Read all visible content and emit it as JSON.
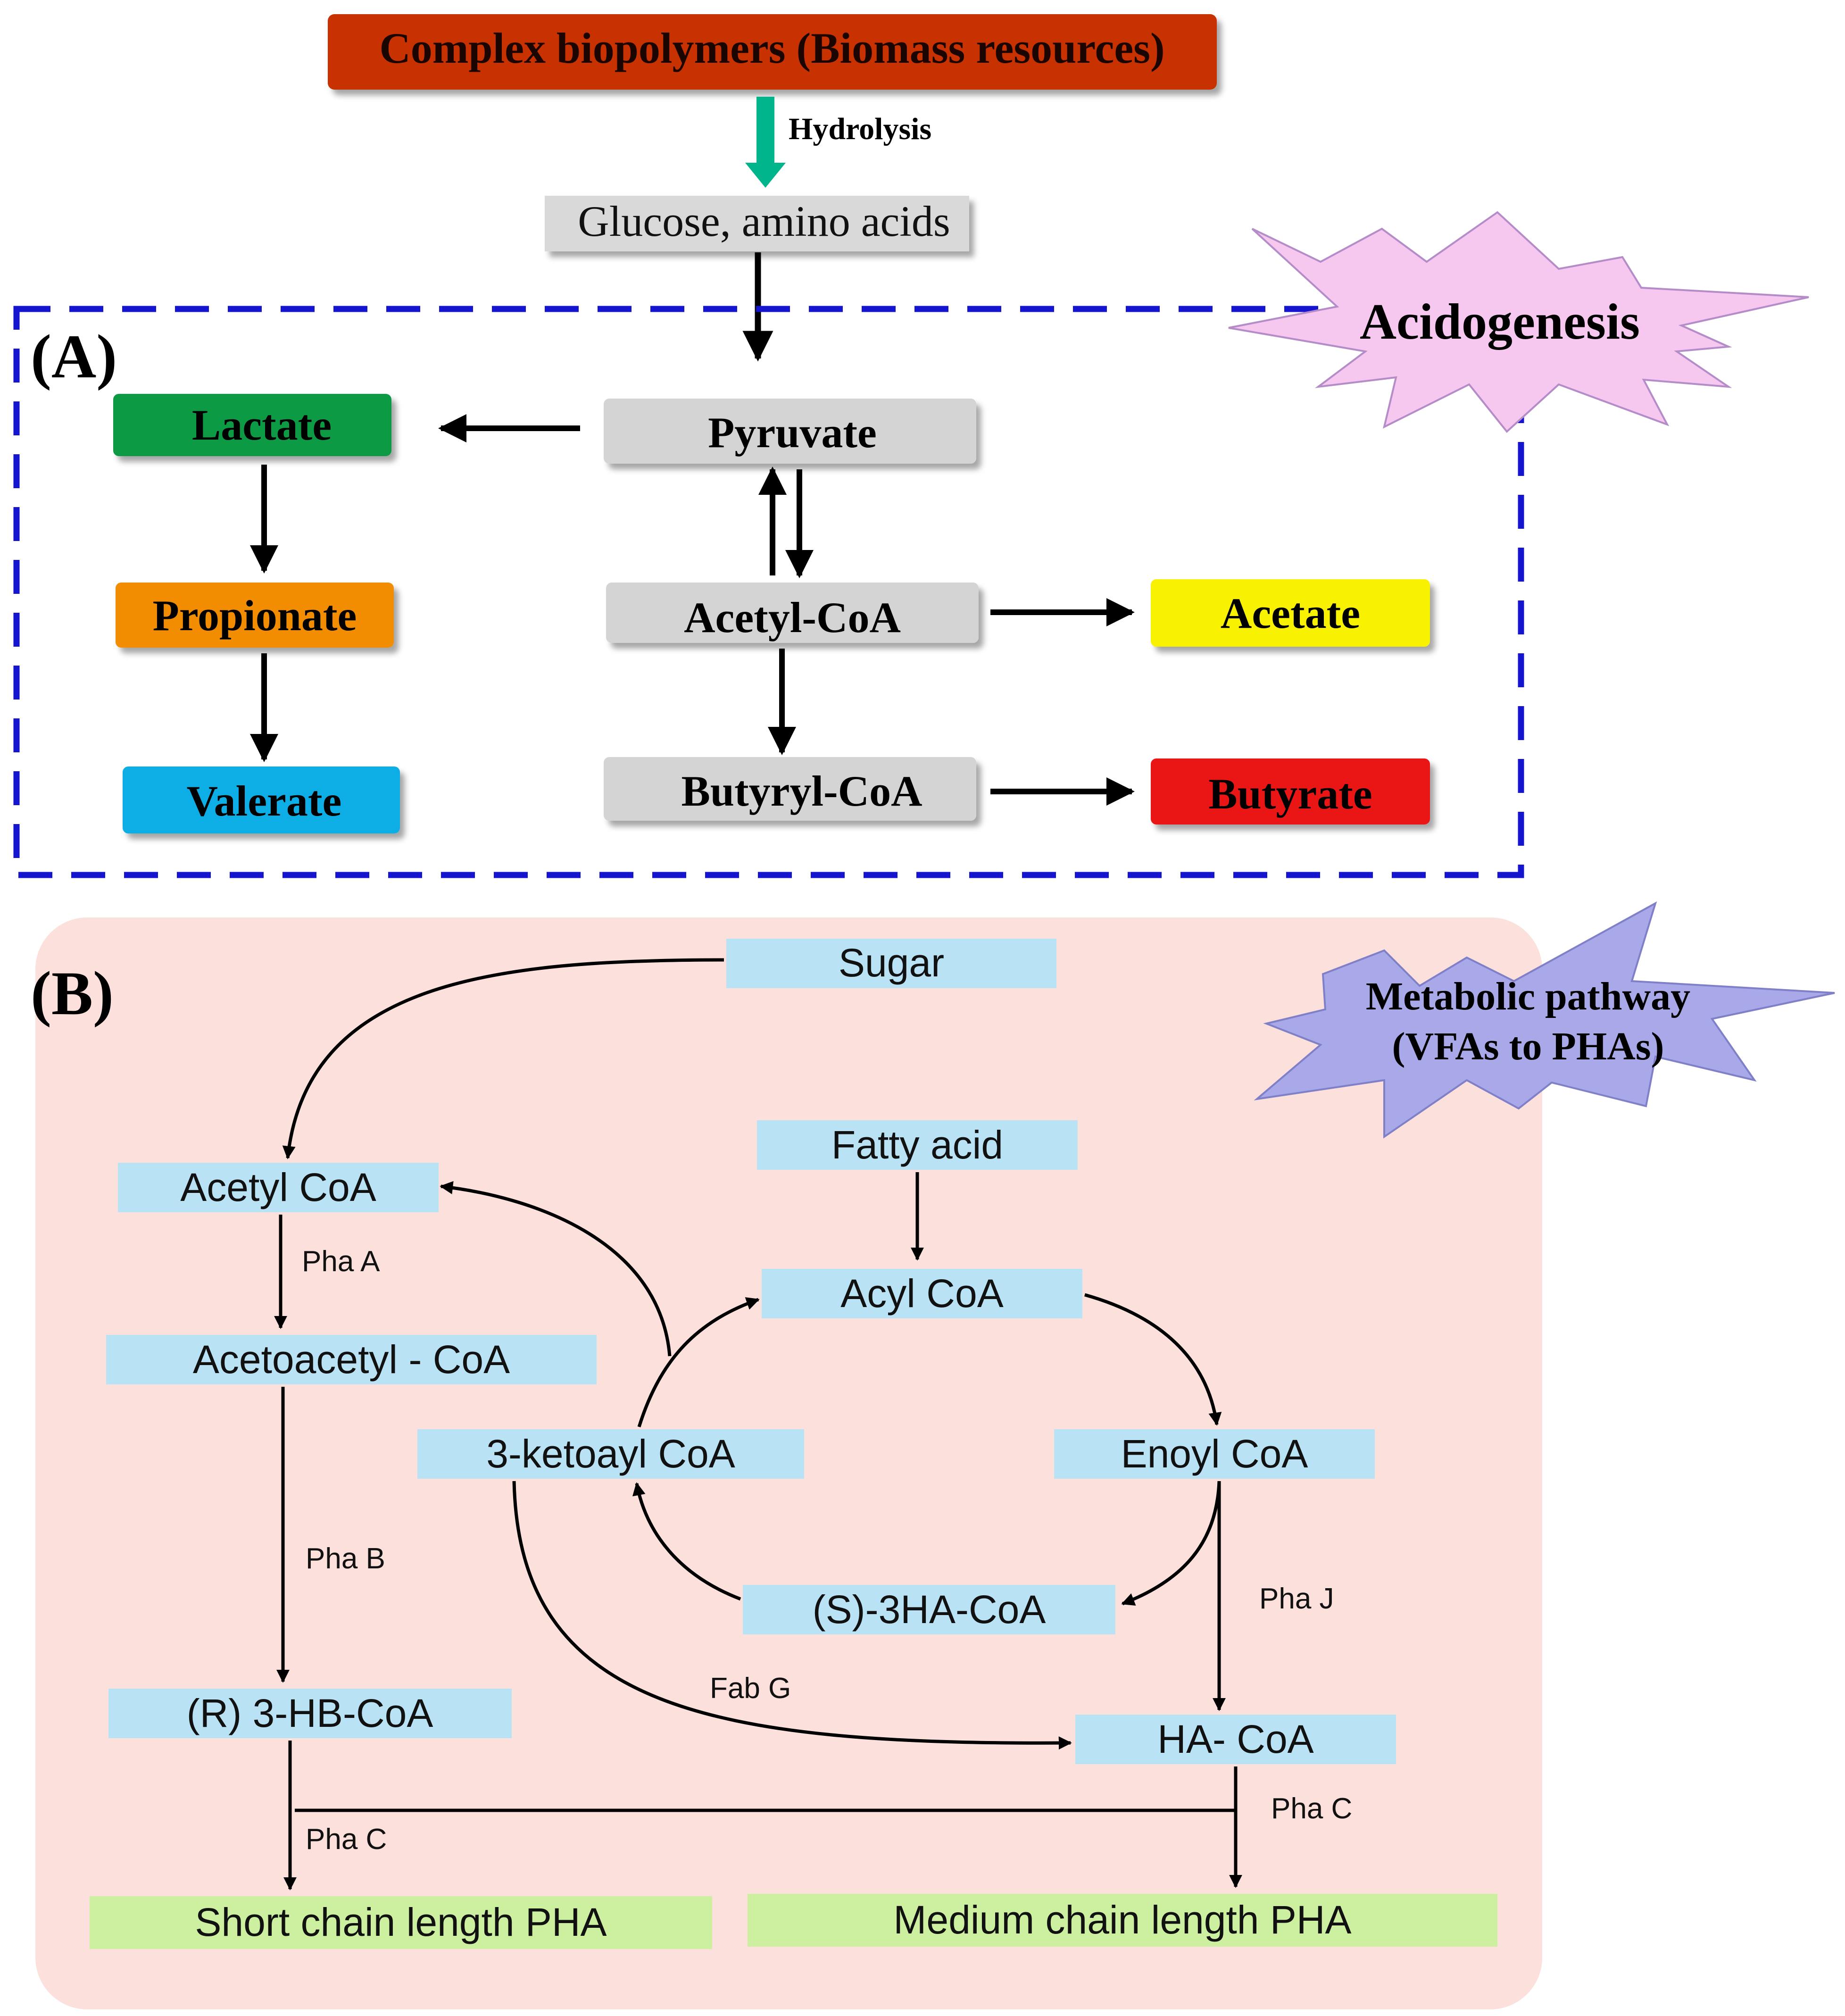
{
  "top": {
    "source_label": "Complex biopolymers (Biomass resources)",
    "hydrolysis_label": "Hydrolysis",
    "intermediate_label": "Glucose, amino acids"
  },
  "panel_a": {
    "tag": "(A)",
    "burst_label": "Acidogenesis",
    "nodes": {
      "lactate": "Lactate",
      "propionate": "Propionate",
      "valerate": "Valerate",
      "pyruvate": "Pyruvate",
      "acetyl_coa": "Acetyl-CoA",
      "butyryl_coa": "Butyryl-CoA",
      "acetate": "Acetate",
      "butyrate": "Butyrate"
    }
  },
  "panel_b": {
    "tag": "(B)",
    "burst_label_1": "Metabolic pathway",
    "burst_label_2": "(VFAs to PHAs)",
    "nodes": {
      "sugar": "Sugar",
      "acetyl_coa": "Acetyl CoA",
      "acetoacetyl_coa": "Acetoacetyl - CoA",
      "r3hb_coa": "(R) 3-HB-CoA",
      "short_pha": "Short chain length PHA",
      "fatty_acid": "Fatty acid",
      "acyl_coa": "Acyl CoA",
      "ketoacyl_coa": "3-ketoayl CoA",
      "enoyl_coa": "Enoyl CoA",
      "s3ha_coa": "(S)-3HA-CoA",
      "ha_coa": "HA- CoA",
      "medium_pha": "Medium chain length PHA"
    },
    "enzymes": {
      "pha_a": "Pha A",
      "pha_b": "Pha B",
      "pha_c_left": "Pha C",
      "pha_c_right": "Pha C",
      "pha_j": "Pha J",
      "fab_g": "Fab G"
    }
  },
  "colors": {
    "source_box": "#c83200",
    "hydrolysis_arrow": "#00b48c",
    "grey_box": "#d4d4d4",
    "lactate": "#0b9a44",
    "propionate": "#f28c00",
    "valerate": "#10aee6",
    "acetate": "#f8f200",
    "butyrate": "#ea1414",
    "dashed_border": "#1515d0",
    "acidogenesis_burst": "#f6c8f0",
    "pathway_burst": "#a9a9ea",
    "panel_b_bg": "#fbe0dc",
    "node_b": "#b9e2f4",
    "pha_box": "#ccf0a0"
  }
}
